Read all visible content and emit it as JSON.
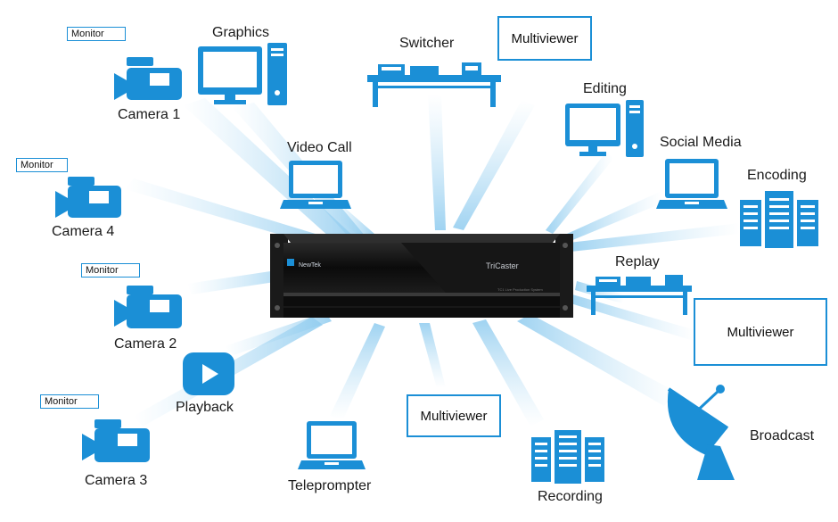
{
  "device": {
    "brand": "NewTek",
    "name": "TriCaster",
    "subtitle": "TC1 Live Production System"
  },
  "nodes": {
    "graphics": "Graphics",
    "switcher": "Switcher",
    "editing": "Editing",
    "social_media": "Social Media",
    "encoding": "Encoding",
    "video_call": "Video Call",
    "replay": "Replay",
    "camera_1": "Camera 1",
    "camera_4": "Camera 4",
    "camera_2": "Camera 2",
    "camera_3": "Camera 3",
    "playback": "Playback",
    "teleprompter": "Teleprompter",
    "recording": "Recording",
    "broadcast": "Broadcast"
  },
  "monitor_boxes": [
    "Monitor",
    "Monitor",
    "Monitor",
    "Monitor"
  ],
  "multiviewer_boxes": [
    "Multiviewer",
    "Multiviewer",
    "Multiviewer"
  ],
  "colors": {
    "icon_blue": "#1b8fd6",
    "beam_blue": "#9dd0f0",
    "device_black": "#0c0c0c"
  },
  "icons": [
    "camera-icon",
    "computer-icon",
    "laptop-icon",
    "switcher-desk-icon",
    "server-rack-icon",
    "play-button-icon",
    "satellite-dish-icon"
  ]
}
